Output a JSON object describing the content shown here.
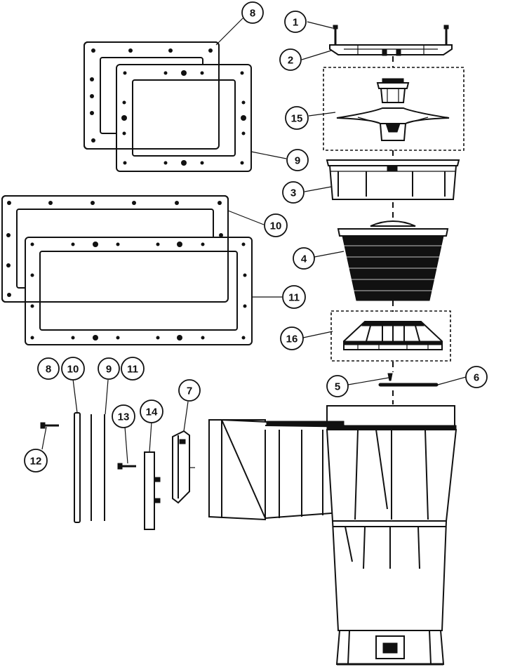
{
  "callouts": {
    "c1": "1",
    "c2": "2",
    "c3": "3",
    "c4": "4",
    "c5": "5",
    "c6": "6",
    "c7": "7",
    "c8_top": "8",
    "c9_top": "9",
    "c10_top": "10",
    "c11_top": "11",
    "c8_bottom": "8",
    "c10_bottom": "10",
    "c9_bottom": "9",
    "c11_bottom": "11",
    "c12": "12",
    "c13": "13",
    "c14": "14",
    "c15": "15",
    "c16": "16"
  }
}
